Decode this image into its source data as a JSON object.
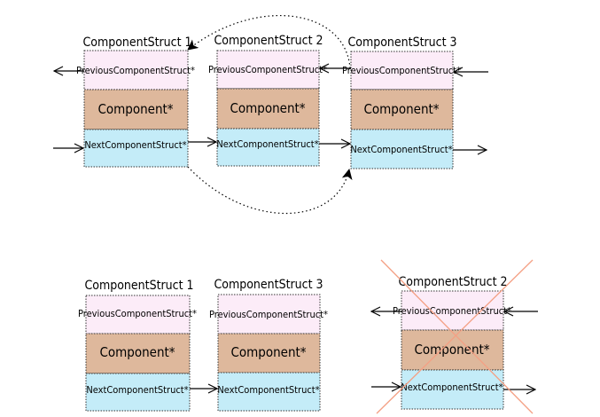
{
  "labels": {
    "struct1": "ComponentStruct 1",
    "struct2": "ComponentStruct 2",
    "struct3": "ComponentStruct 3",
    "prev_field": "PreviousComponentStruct*",
    "component_field": "Component*",
    "next_field": "NextComponentStruct*"
  },
  "colors": {
    "previous_field": "#fcecf8",
    "component_field": "#deb89c",
    "next_field": "#c4ecf8",
    "removed_cross": "#f4a084"
  }
}
